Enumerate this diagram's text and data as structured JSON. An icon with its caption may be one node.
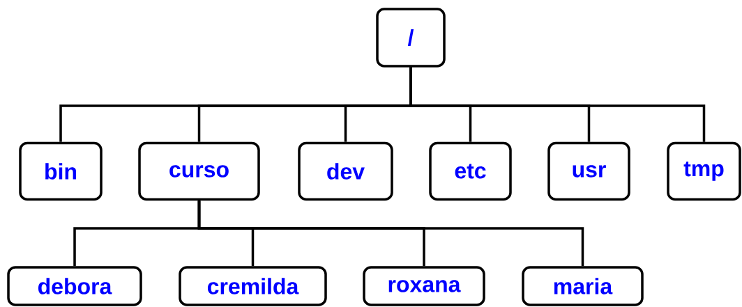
{
  "diagram": {
    "nodes": [
      {
        "text": [
          "/"
        ]
      },
      {
        "text": [
          "bin"
        ]
      },
      {
        "text": [
          "curso"
        ]
      },
      {
        "text": [
          "dev"
        ]
      },
      {
        "text": [
          "etc"
        ]
      },
      {
        "text": [
          "usr"
        ]
      },
      {
        "text": [
          "tmp"
        ]
      },
      {
        "text": [
          "debora"
        ]
      },
      {
        "text": [
          "cremilda"
        ]
      },
      {
        "text": [
          "roxana"
        ]
      },
      {
        "text": [
          "maria"
        ]
      }
    ],
    "edges": [
      {
        "from": 0,
        "to": 1,
        "arrow": "none"
      },
      {
        "from": 0,
        "to": 2,
        "arrow": "none"
      },
      {
        "from": 0,
        "to": 3,
        "arrow": "none"
      },
      {
        "from": 0,
        "to": 4,
        "arrow": "none"
      },
      {
        "from": 0,
        "to": 5,
        "arrow": "none"
      },
      {
        "from": 0,
        "to": 6,
        "arrow": "none"
      },
      {
        "from": 2,
        "to": 7,
        "arrow": "none"
      },
      {
        "from": 2,
        "to": 8,
        "arrow": "none"
      },
      {
        "from": 2,
        "to": 9,
        "arrow": "none"
      },
      {
        "from": 2,
        "to": 10,
        "arrow": "none"
      }
    ]
  }
}
